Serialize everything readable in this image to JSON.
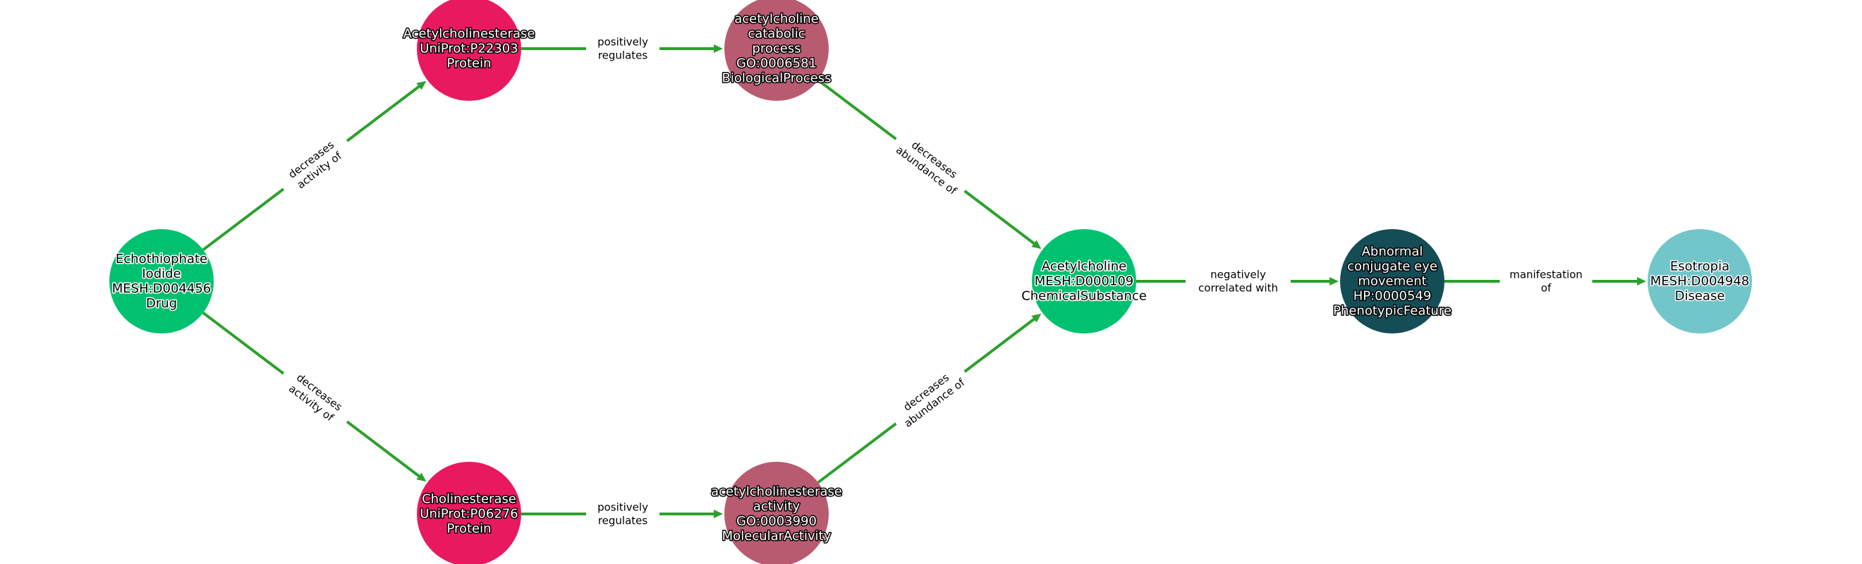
{
  "graph": {
    "edge_color": "#2ca02c",
    "nodes": [
      {
        "id": "echothiophate",
        "lines": [
          "Echothiophate",
          "Iodide",
          "MESH:D004456",
          "Drug"
        ],
        "color": "#00c170",
        "text_color": "#000000",
        "halo": "#ffffff"
      },
      {
        "id": "ache",
        "lines": [
          "Acetylcholinesterase",
          "UniProt:P22303",
          "Protein"
        ],
        "color": "#e8195f",
        "text_color": "#ffffff",
        "halo": "#000000"
      },
      {
        "id": "che",
        "lines": [
          "Cholinesterase",
          "UniProt:P06276",
          "Protein"
        ],
        "color": "#e8195f",
        "text_color": "#ffffff",
        "halo": "#000000"
      },
      {
        "id": "catabolic",
        "lines": [
          "acetylcholine",
          "catabolic",
          "process",
          "GO:0006581",
          "BiologicalProcess"
        ],
        "color": "#b85b70",
        "text_color": "#ffffff",
        "halo": "#000000"
      },
      {
        "id": "ache_activity",
        "lines": [
          "acetylcholinesterase",
          "activity",
          "GO:0003990",
          "MolecularActivity"
        ],
        "color": "#b85b70",
        "text_color": "#ffffff",
        "halo": "#000000"
      },
      {
        "id": "acetylcholine",
        "lines": [
          "Acetylcholine",
          "MESH:D000109",
          "ChemicalSubstance"
        ],
        "color": "#00c170",
        "text_color": "#000000",
        "halo": "#ffffff"
      },
      {
        "id": "abnormal",
        "lines": [
          "Abnormal",
          "conjugate eye",
          "movement",
          "HP:0000549",
          "PhenotypicFeature"
        ],
        "color": "#154d57",
        "text_color": "#ffffff",
        "halo": "#000000"
      },
      {
        "id": "esotropia",
        "lines": [
          "Esotropia",
          "MESH:D004948",
          "Disease"
        ],
        "color": "#72c6c9",
        "text_color": "#000000",
        "halo": "#ffffff"
      }
    ],
    "edges": [
      {
        "from": "echothiophate",
        "to": "ache",
        "lines": [
          "decreases",
          "activity of"
        ]
      },
      {
        "from": "echothiophate",
        "to": "che",
        "lines": [
          "decreases",
          "activity of"
        ]
      },
      {
        "from": "ache",
        "to": "catabolic",
        "lines": [
          "positively",
          "regulates"
        ]
      },
      {
        "from": "che",
        "to": "ache_activity",
        "lines": [
          "positively",
          "regulates"
        ]
      },
      {
        "from": "catabolic",
        "to": "acetylcholine",
        "lines": [
          "decreases",
          "abundance of"
        ]
      },
      {
        "from": "ache_activity",
        "to": "acetylcholine",
        "lines": [
          "decreases",
          "abundance of"
        ]
      },
      {
        "from": "acetylcholine",
        "to": "abnormal",
        "lines": [
          "negatively",
          "correlated with"
        ]
      },
      {
        "from": "abnormal",
        "to": "esotropia",
        "lines": [
          "manifestation",
          "of"
        ]
      }
    ]
  }
}
